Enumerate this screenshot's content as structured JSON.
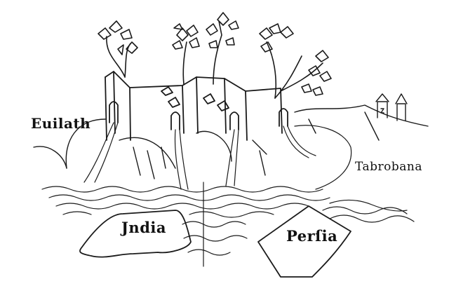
{
  "map": {
    "subject": "Woodcut map of Earthly Paradise with walled garden, trees and four rivers flowing out",
    "ink_color": "#1a1a1a",
    "background_color": "#ffffff",
    "labels": {
      "evilath": "Euilath",
      "tabrobana": "Tabrobana",
      "india": "Jndia",
      "persia": "Perſia"
    },
    "features": [
      {
        "name": "walled-garden",
        "description": "zigzag wall with arched openings"
      },
      {
        "name": "trees",
        "count": 5
      },
      {
        "name": "rivers",
        "count": 4
      },
      {
        "name": "castle-towers",
        "count": 2,
        "location": "right, near Tabrobana"
      },
      {
        "name": "india-landmass"
      },
      {
        "name": "persia-landmass"
      }
    ]
  }
}
